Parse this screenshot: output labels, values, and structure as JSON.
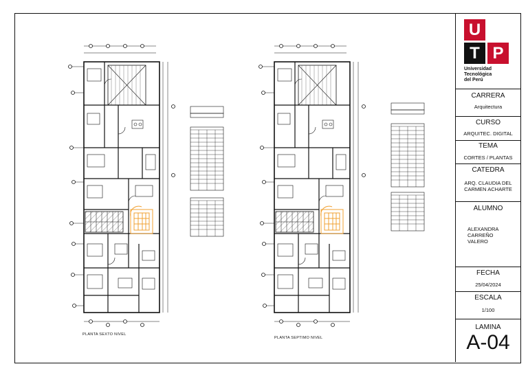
{
  "colors": {
    "brand_red": "#c8102e",
    "hatch_orange": "#f0a030",
    "line": "#111111"
  },
  "title_block": {
    "logo_letters": [
      "U",
      "T",
      "P"
    ],
    "university_line1": "Universidad",
    "university_line2": "Tecnológica",
    "university_line3": "del Perú",
    "carrera_label": "CARRERA",
    "carrera_value": "Arquitectura",
    "curso_label": "CURSO",
    "curso_value": "ARQUITEC. DIGITAL",
    "tema_label": "TEMA",
    "tema_value": "CORTES / PLANTAS",
    "catedra_label": "CATEDRA",
    "catedra_value_line1": "ARQ. CLAUDIA DEL",
    "catedra_value_line2": "CARMEN ACHARTE",
    "alumno_label": "ALUMNO",
    "alumno_value_line1": "ALEXANDRA",
    "alumno_value_line2": "CARREÑO",
    "alumno_value_line3": "VALERO",
    "fecha_label": "FECHA",
    "fecha_value": "25/04/2024",
    "escala_label": "ESCALA",
    "escala_value": "1/100",
    "lamina_label": "LAMINA",
    "lamina_value": "A-04"
  },
  "plans": [
    {
      "caption": "PLANTA SEXTO NIVEL"
    },
    {
      "caption": "PLANTA SEPTIMO NIVEL"
    }
  ]
}
